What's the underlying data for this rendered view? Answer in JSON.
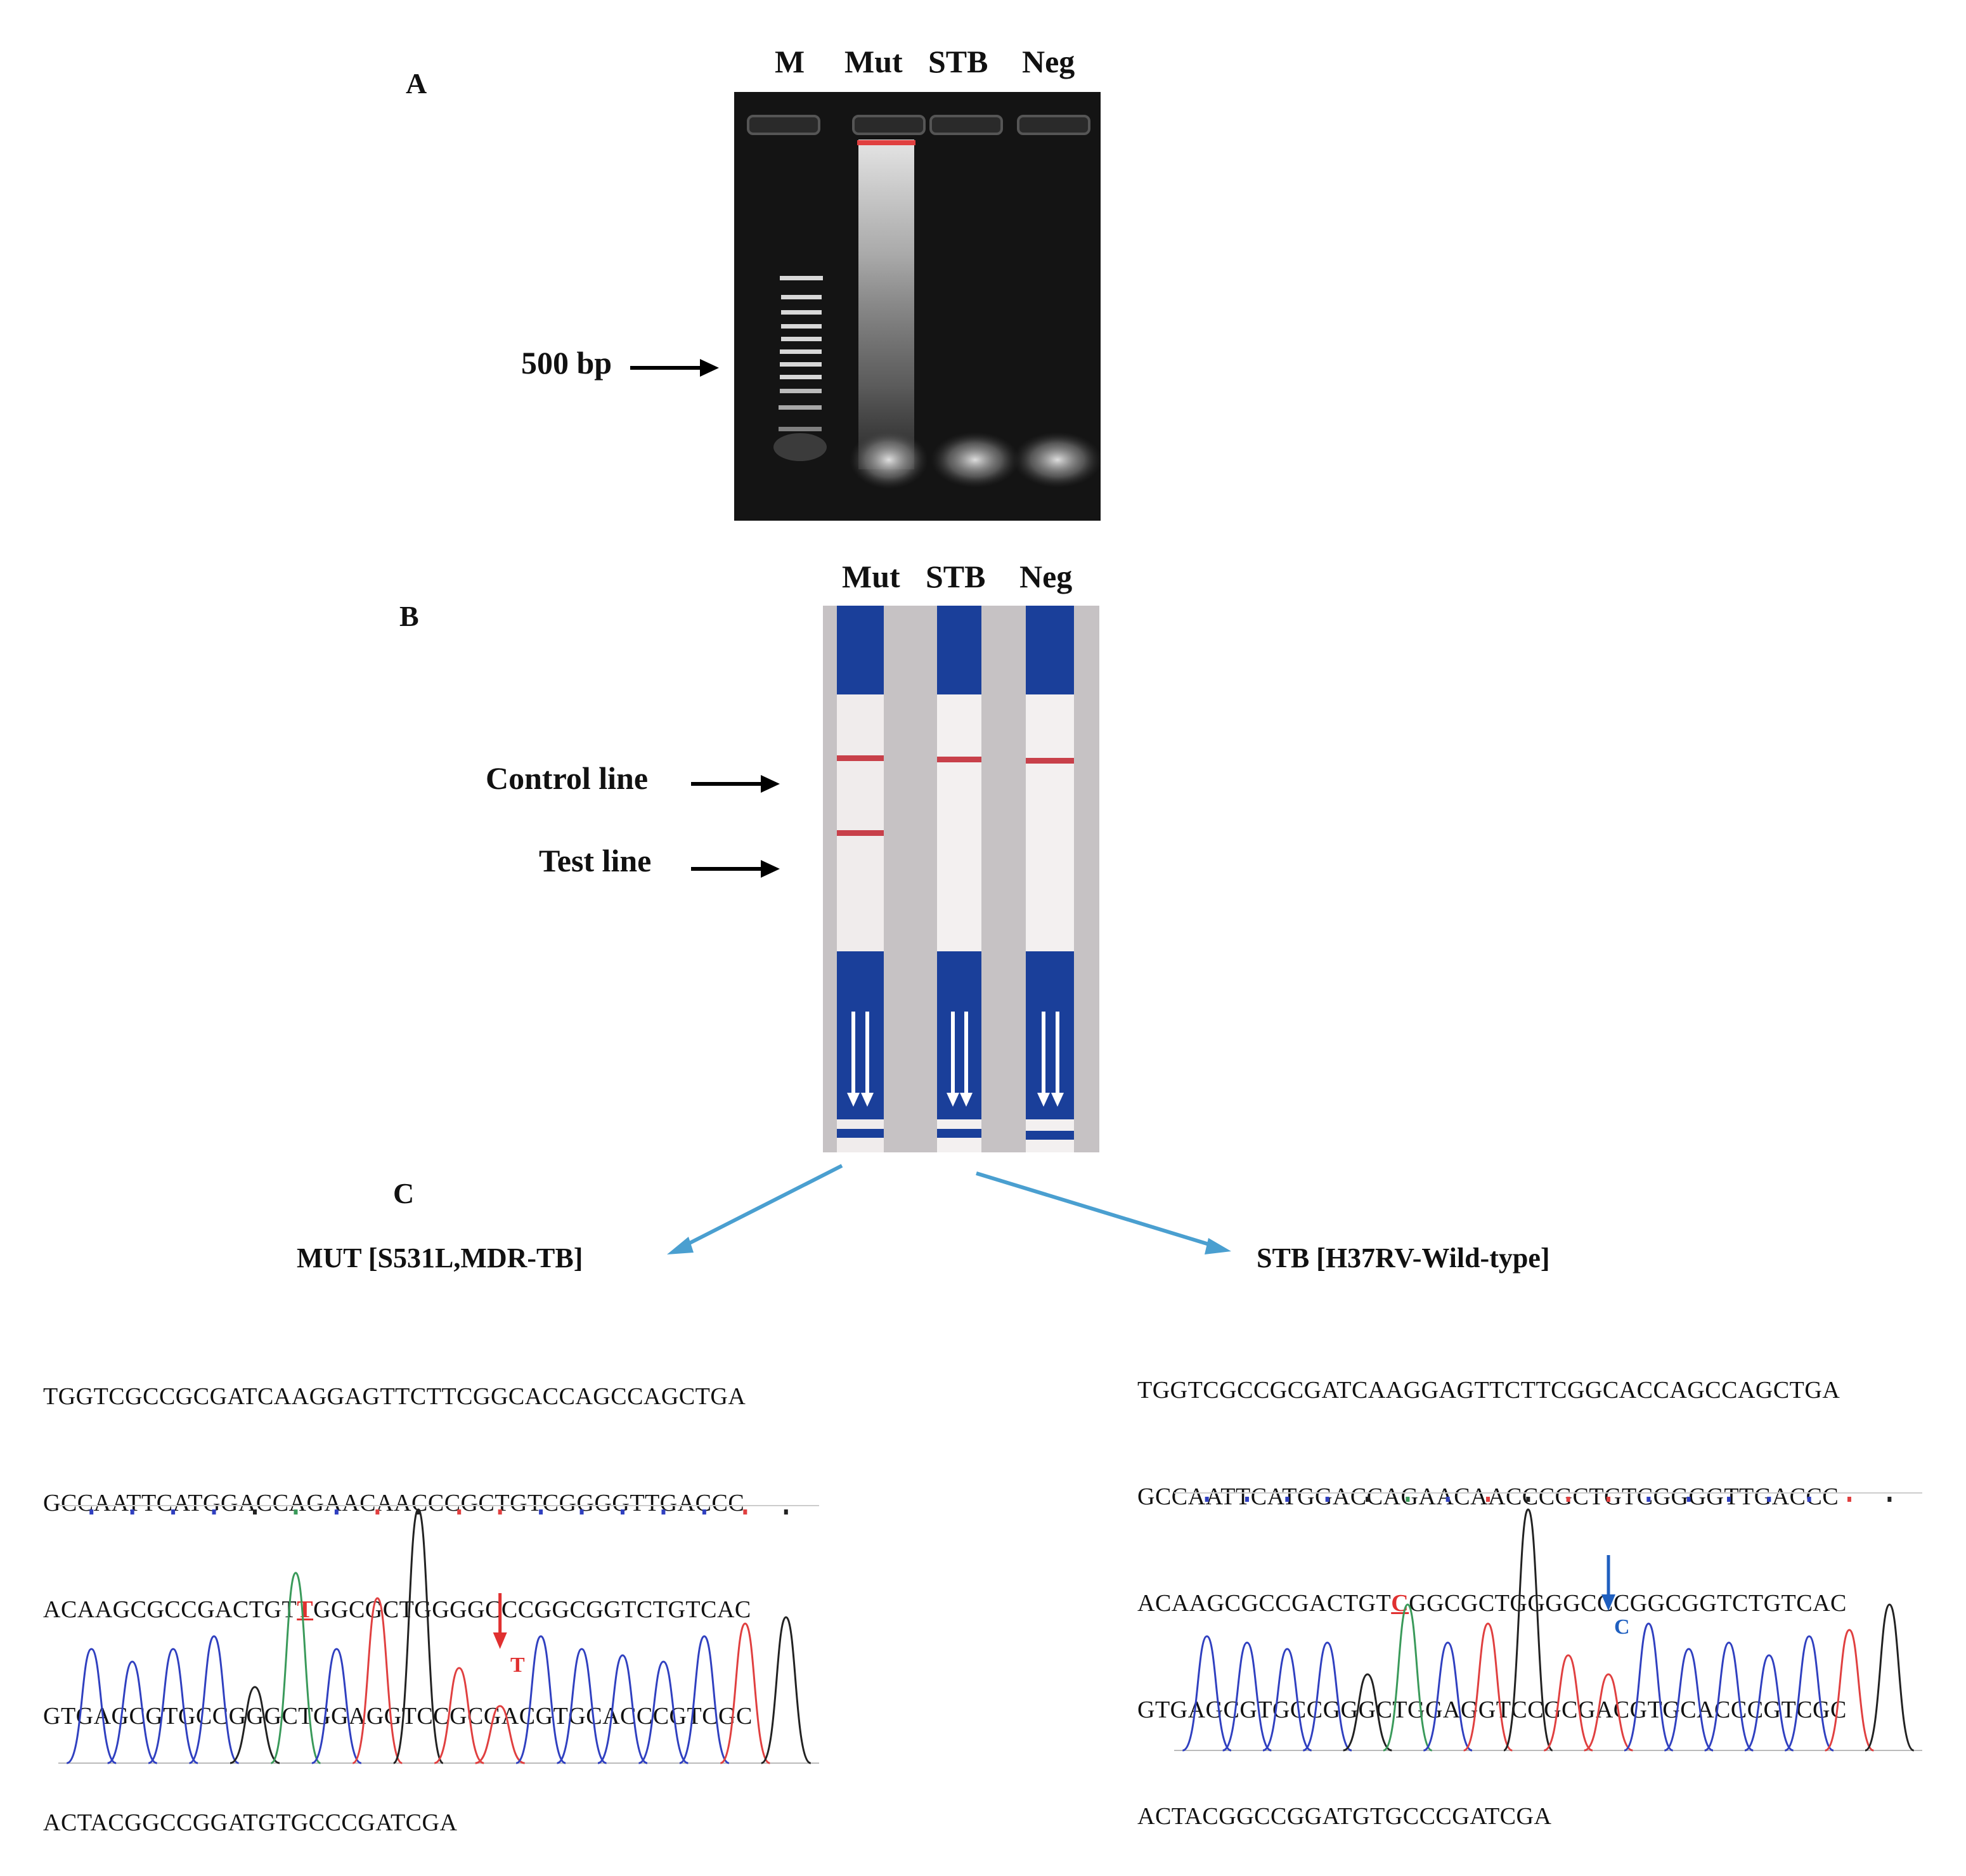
{
  "panelA": {
    "label": "A",
    "lanes": [
      "M",
      "Mut",
      "STB",
      "Neg"
    ],
    "marker_label": "500 bp"
  },
  "panelB": {
    "label": "B",
    "lanes": [
      "Mut",
      "STB",
      "Neg"
    ],
    "control_line_label": "Control line",
    "test_line_label": "Test line"
  },
  "panelC": {
    "label": "C",
    "mut": {
      "title": "MUT [S531L,MDR-TB]",
      "seq": [
        {
          "text": "TGGTCGCCGCGATCAAGGAGTTCTTCGGCACCAGCCAGCTGA"
        },
        {
          "text": "GCCAATTCATGGACCAGAACAACCCGCTGTCGGGGTTGACCC"
        },
        {
          "pre": "ACAAGCGCCGACTGT",
          "snp": "T",
          "post": "GGCGCTGGGGCCCGGCGGTCTGTCAC"
        },
        {
          "text": "GTGAGCGTGCCGGGCTGGAGGTCCGCGACGTGCACCCGTCGC"
        },
        {
          "text": "ACTACGGCCGGATGTGCCCGATCGA"
        }
      ],
      "peak_base": "T"
    },
    "stb": {
      "title": "STB [H37RV-Wild-type]",
      "seq": [
        {
          "text": "TGGTCGCCGCGATCAAGGAGTTCTTCGGCACCAGCCAGCTGA"
        },
        {
          "text": "GCCAATTCATGGACCAGAACAACCCGCTGTCGGGGTTGACCC"
        },
        {
          "pre": "ACAAGCGCCGACTGT",
          "snp": "C",
          "post": "GGCGCTGGGGCCCGGCGGTCTGTCAC"
        },
        {
          "text": "GTGAGCGTGCCGGGCTGGAGGTCCGCGACGTGCACCCGTCGC"
        },
        {
          "text": "ACTACGGCCGGATGTGCCCGATCGA"
        }
      ],
      "peak_base": "C"
    }
  },
  "colors": {
    "gel_bg": "#141414",
    "strip_blue": "#1a3f9a",
    "strip_red": "#c8404a",
    "connector": "#4a9fd0",
    "mut_marker": "#e03030",
    "stb_marker": "#1f5fbf",
    "trace_A": "#3a9a5a",
    "trace_C": "#3040c0",
    "trace_G": "#222222",
    "trace_T": "#e04040"
  }
}
